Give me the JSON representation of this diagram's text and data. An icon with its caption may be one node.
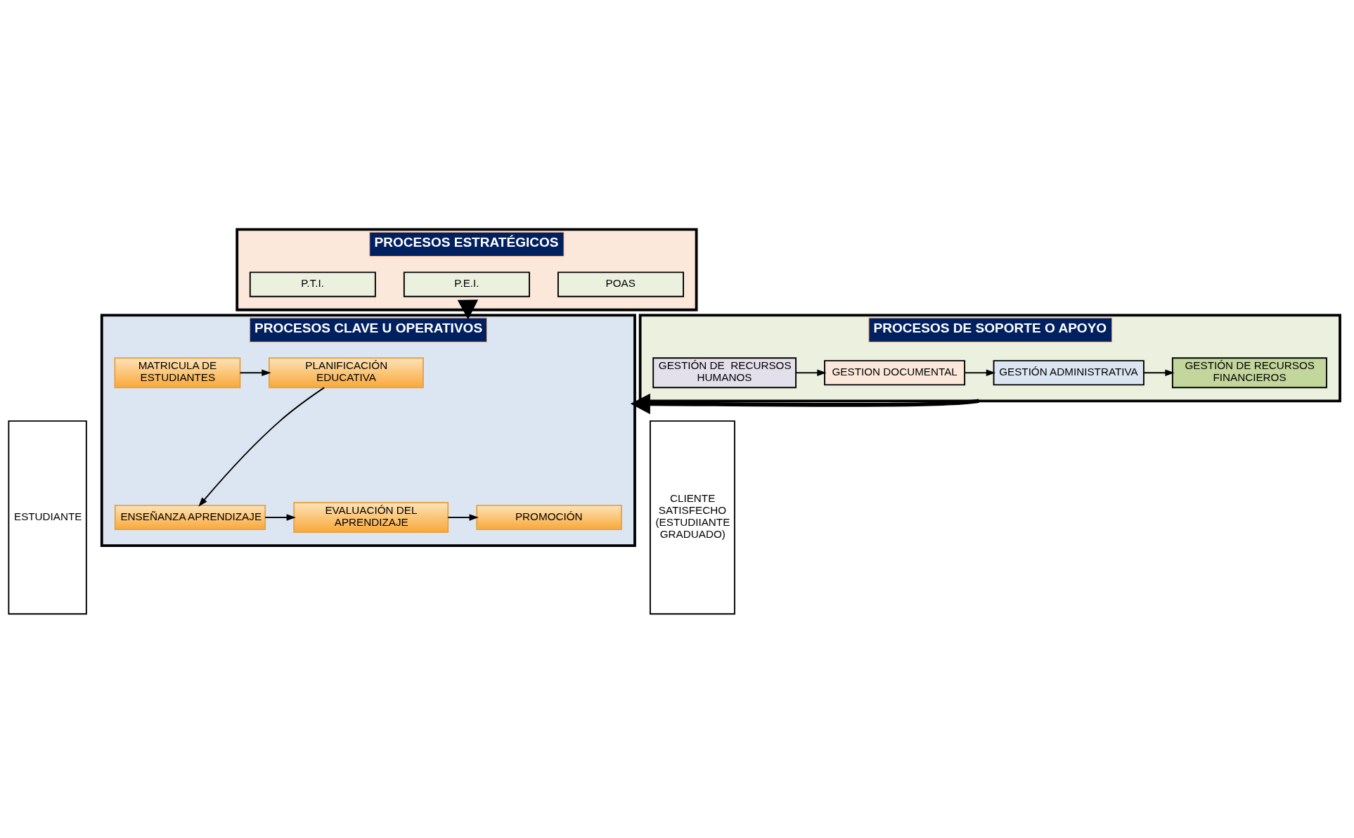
{
  "diagram": {
    "nodes": [
      {
        "text": [
          "ESTUDIANTE"
        ]
      },
      {
        "text": [
          "PROCESOS ESTRATÉGICOS"
        ]
      },
      {
        "text": [
          "POAS"
        ],
        "in": 1
      },
      {
        "text": [
          "P.E.I."
        ],
        "in": 1
      },
      {
        "text": [
          "P.T.I."
        ],
        "in": 1
      },
      {
        "text": [
          "PROCESOS CLAVE U OPERATIVOS"
        ]
      },
      {
        "text": [
          "MATRICULA DE ESTUDIANTES"
        ],
        "in": 5
      },
      {
        "text": [
          "PLANIFICACIÓN EDUCATIVA"
        ],
        "in": 5
      },
      {
        "text": [
          "ENSEÑANZA APRENDIZAJE"
        ],
        "in": 5
      },
      {
        "text": [
          "EVALUACIÓN DEL APRENDIZAJE"
        ],
        "in": 5
      },
      {
        "text": [
          "PROMOCIÓN"
        ],
        "in": 5
      },
      {
        "text": [
          "PROCESOS DE SOPORTE O APOYO"
        ]
      },
      {
        "text": [
          "GESTIÓN DE  RECURSOS HUMANOS"
        ],
        "in": 11
      },
      {
        "text": [
          "GESTION DOCUMENTAL"
        ],
        "in": 11
      },
      {
        "text": [
          "GESTIÓN ADMINISTRATIVA"
        ],
        "in": 11
      },
      {
        "text": [
          "GESTIÓN DE RECURSOS FINANCIEROS"
        ],
        "in": 11
      },
      {
        "text": [
          "CLIENTE SATISFECHO (ESTUDIIANTE GRADUADO)"
        ]
      }
    ],
    "edges": [
      {
        "from": 1,
        "to": 5,
        "arrow": "to",
        "style": "thick"
      },
      {
        "from": 6,
        "to": 7,
        "arrow": "to"
      },
      {
        "from": 7,
        "to": 8,
        "arrow": "to"
      },
      {
        "from": 8,
        "to": 9,
        "arrow": "to"
      },
      {
        "from": 9,
        "to": 10,
        "arrow": "to"
      },
      {
        "from": 11,
        "to": 5,
        "arrow": "to",
        "style": "thick"
      },
      {
        "from": 12,
        "to": 13,
        "arrow": "to"
      },
      {
        "from": 13,
        "to": 14,
        "arrow": "to"
      },
      {
        "from": 14,
        "to": 15,
        "arrow": "to"
      }
    ]
  }
}
